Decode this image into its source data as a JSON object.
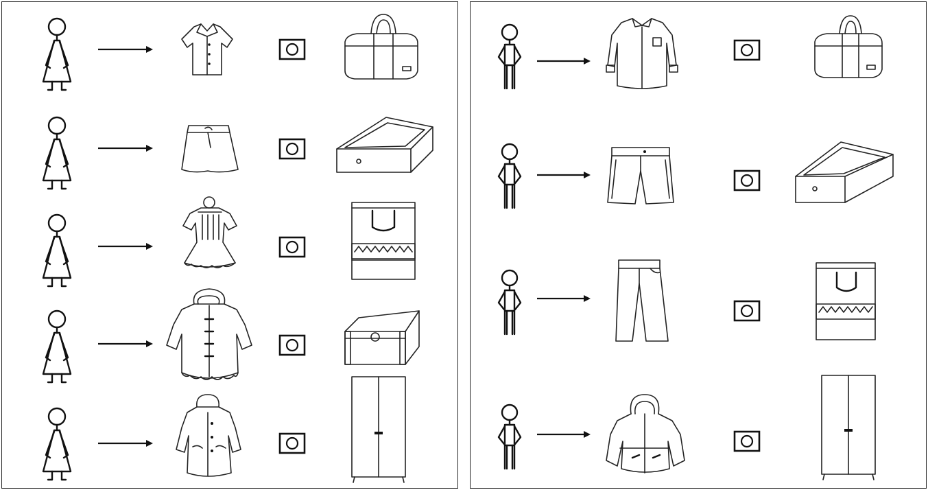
{
  "panels": [
    {
      "id": "girls",
      "figure": "girl-figure-icon",
      "rows": [
        {
          "clothing": "blouse-icon",
          "container": "sports-bag-icon",
          "checkbox": "unchecked"
        },
        {
          "clothing": "skirt-icon",
          "container": "drawer-icon",
          "checkbox": "unchecked"
        },
        {
          "clothing": "dress-icon",
          "container": "shopping-bag-icon",
          "checkbox": "unchecked"
        },
        {
          "clothing": "fur-coat-icon",
          "container": "trunk-icon",
          "checkbox": "unchecked"
        },
        {
          "clothing": "coat-with-hood-icon",
          "container": "wardrobe-icon",
          "checkbox": "unchecked"
        }
      ]
    },
    {
      "id": "boys",
      "figure": "boy-figure-icon",
      "rows": [
        {
          "clothing": "shirt-icon",
          "container": "sports-bag-icon",
          "checkbox": "unchecked"
        },
        {
          "clothing": "shorts-icon",
          "container": "drawer-icon",
          "checkbox": "unchecked"
        },
        {
          "clothing": "trousers-icon",
          "container": "shopping-bag-icon",
          "checkbox": "unchecked"
        },
        {
          "clothing": "hooded-jacket-icon",
          "container": "wardrobe-icon",
          "checkbox": "unchecked"
        }
      ]
    }
  ]
}
